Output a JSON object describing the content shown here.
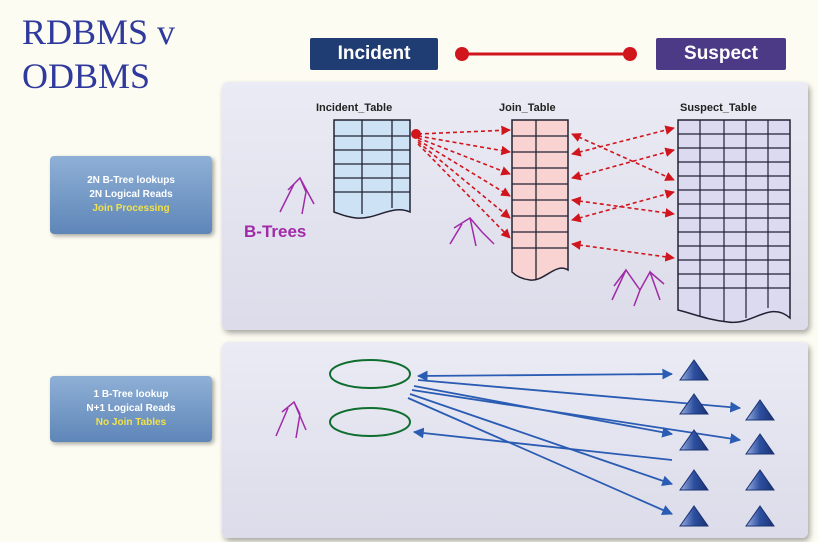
{
  "title": {
    "line1": "RDBMS v",
    "line2": "ODBMS"
  },
  "chips": {
    "incident": "Incident",
    "suspect": "Suspect"
  },
  "tables": {
    "incident": "Incident_Table",
    "join": "Join_Table",
    "suspect": "Suspect_Table"
  },
  "btrees_label": "B-Trees",
  "rdbms_box": {
    "line1": "2N B-Tree lookups",
    "line2": "2N Logical Reads",
    "line3": "Join Processing"
  },
  "odbms_box": {
    "line1": "1 B-Tree lookup",
    "line2": "N+1 Logical Reads",
    "line3": "No Join Tables"
  },
  "colors": {
    "title": "#2f3a9c",
    "incident_chip": "#1f3d73",
    "suspect_chip": "#4c3a86",
    "relation": "#d0151c",
    "link_arrow": "#2b5cb3",
    "btree": "#a02aa8"
  }
}
